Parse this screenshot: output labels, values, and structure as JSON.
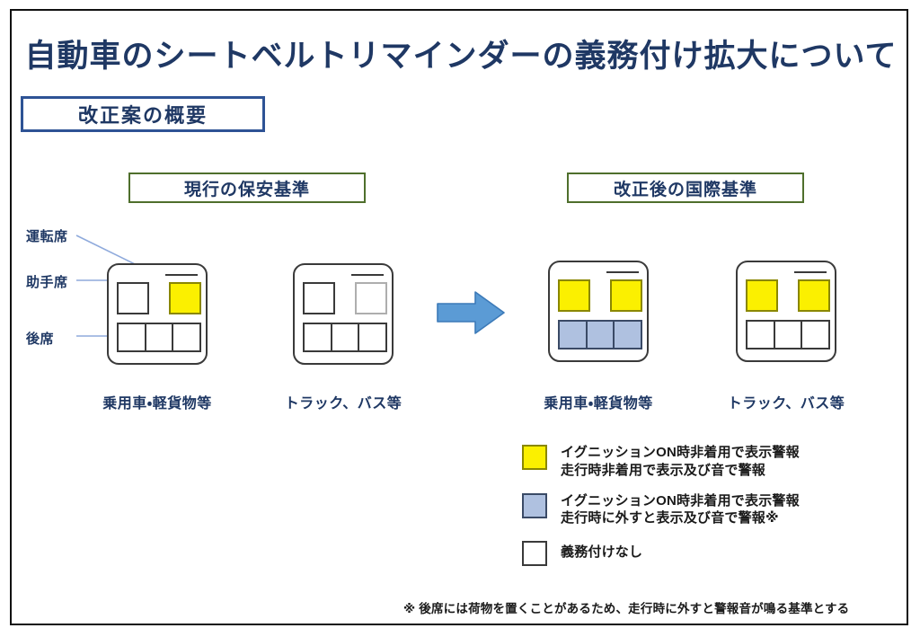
{
  "slide": {
    "title": "自動車のシートベルトリマインダーの義務付け拡大について",
    "subtitle_box_label": "改正案の概要"
  },
  "sections": {
    "current": {
      "header": "現行の保安基準"
    },
    "revised": {
      "header": "改正後の国際基準"
    }
  },
  "seat_labels": {
    "driver": "運転席",
    "passenger": "助手席",
    "rear": "後席"
  },
  "vehicles": [
    {
      "id": "car-current",
      "caption": "乗用車・軽貨物等",
      "group": "current",
      "front": {
        "passenger": "white",
        "driver": "yellow"
      },
      "rear": [
        "white",
        "white",
        "white"
      ]
    },
    {
      "id": "truck-current",
      "caption": "トラック、バス等",
      "group": "current",
      "front": {
        "passenger": "white",
        "driver": "faint"
      },
      "rear": [
        "white",
        "white",
        "white"
      ]
    },
    {
      "id": "car-revised",
      "caption": "乗用車・軽貨物等",
      "group": "revised",
      "front": {
        "passenger": "yellow",
        "driver": "yellow"
      },
      "rear": [
        "blue",
        "blue",
        "blue"
      ]
    },
    {
      "id": "truck-revised",
      "caption": "トラック、バス等",
      "group": "revised",
      "front": {
        "passenger": "yellow",
        "driver": "yellow"
      },
      "rear": [
        "white",
        "white",
        "white"
      ]
    }
  ],
  "legend": [
    {
      "swatch": "yellow",
      "line1": "イグニッションON時非着用で表示警報",
      "line2": "走行時非着用で表示及び音で警報"
    },
    {
      "swatch": "blue",
      "line1": "イグニッションON時非着用で表示警報",
      "line2": "走行時に外すと表示及び音で警報※"
    },
    {
      "swatch": "white",
      "line1": "義務付けなし",
      "line2": ""
    }
  ],
  "footnote": "※  後席には荷物を置くことがあるため、走行時に外すと警報音が鳴る基準とする",
  "colors": {
    "title_navy": "#1F3864",
    "section_header_green": "#4F6F2C",
    "subtitle_border_blue": "#2E5395",
    "seat_yellow": "#FBF000",
    "seat_blue": "#AFC1E0",
    "seat_outline": "#3A3A3A",
    "arrow_blue": "#5B9BD5",
    "leader_line_blue": "#8FAADC"
  }
}
